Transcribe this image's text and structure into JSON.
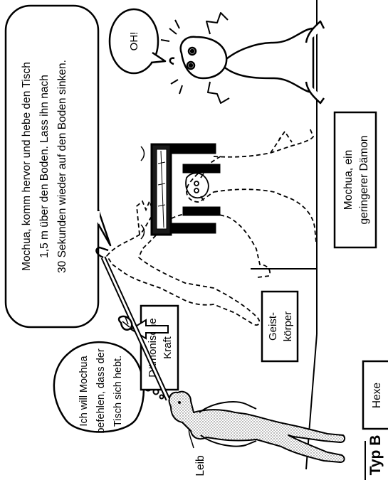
{
  "figure_label": "Typ B",
  "speech_bubble": {
    "lines": [
      "Mochua, komm hervor und hebe den Tisch",
      "1,5 m über den Boden. Lass ihn nach",
      "30 Sekunden wieder auf den Boden sinken."
    ]
  },
  "thought_bubble": {
    "lines": [
      "Ich will Mochua",
      "befehlen, dass der",
      "Tisch sich hebt."
    ]
  },
  "demon_exclamation": "OH!",
  "labels": {
    "demonic_force": [
      "Dämonische",
      "Kraft"
    ],
    "spirit_body": [
      "Geist-",
      "körper"
    ],
    "demon": [
      "Mochua, ein",
      "geringerer Dämon"
    ],
    "witch": "Hexe",
    "body": "Leib"
  }
}
